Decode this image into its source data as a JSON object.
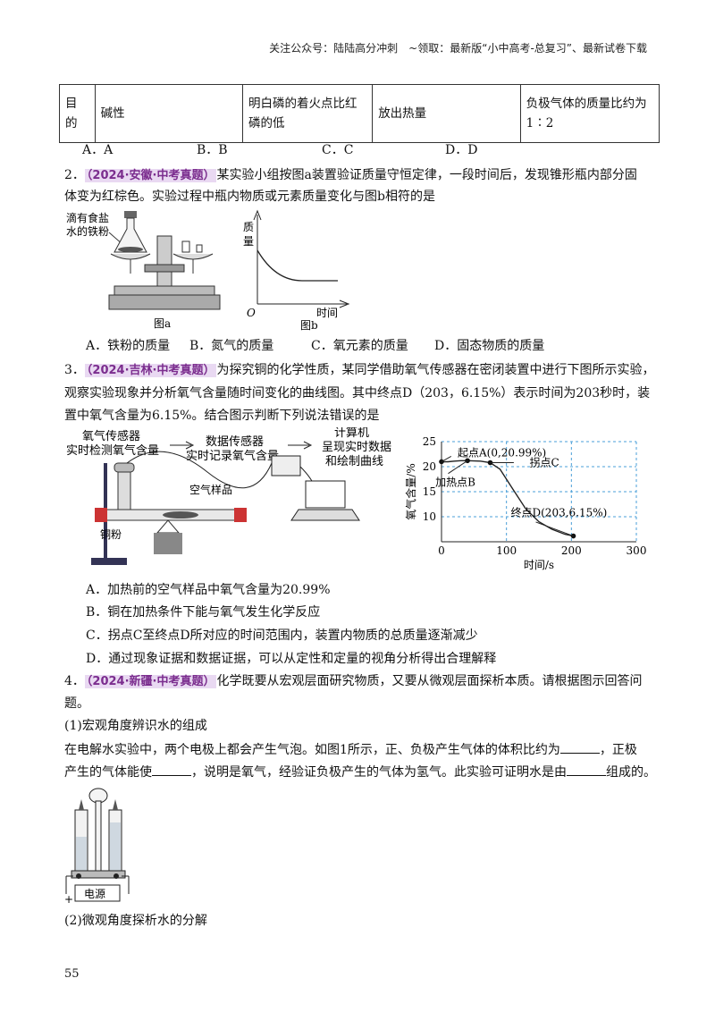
{
  "header": {
    "text": "关注公众号：陆陆高分冲刺　~领取：最新版“小中高考-总复习”、最新试卷下载"
  },
  "table": {
    "row": [
      "目的",
      "碱性",
      "明白磷的着火点比红磷的低",
      "放出热量",
      "负极气体的质量比约为1∶2"
    ]
  },
  "q1_options": [
    "A．A",
    "B．B",
    "C．C",
    "D．D"
  ],
  "q2": {
    "num": "2．",
    "tag": "（2024·安徽·中考真题）",
    "stem_1": "某实验小组按图a装置验证质量守恒定律，一段时间后，发现锥形瓶内部分固",
    "stem_2": "体变为红棕色。实验过程中瓶内物质或元素质量变化与图b相符的是",
    "fig_a_label": "滴有食盐水的铁粉",
    "fig_a_caption": "图a",
    "fig_b_ylabel": "质量",
    "fig_b_xlabel": "时间",
    "fig_b_origin": "O",
    "fig_b_caption": "图b",
    "options": [
      "A．铁粉的质量",
      "B．氮气的质量",
      "C．氧元素的质量",
      "D．固态物质的质量"
    ]
  },
  "q3": {
    "num": "3．",
    "tag": "（2024·吉林·中考真题）",
    "stem_1": "为探究铜的化学性质，某同学借助氧气传感器在密闭装置中进行下图所示实验，",
    "stem_2": "观察实验现象并分析氧气含量随时间变化的曲线图。其中终点D（203，6.15%）表示时间为203秒时，装",
    "stem_3": "置中氧气含量为6.15%。结合图示判断下列说法错误的是",
    "app_sensor_1": "氧气传感器",
    "app_sensor_2": "实时检测氧气含量",
    "app_data_1": "数据传感器",
    "app_data_2": "实时记录氧气含量",
    "app_pc_1": "计算机",
    "app_pc_2": "呈现实时数据",
    "app_pc_3": "和绘制曲线",
    "app_air": "空气样品",
    "app_cu": "铜粉",
    "options": [
      "A．加热前的空气样品中氧气含量为20.99%",
      "B．铜在加热条件下能与氧气发生化学反应",
      "C．拐点C至终点D所对应的时间范围内，装置内物质的总质量逐渐减少",
      "D．通过现象证据和数据证据，可以从定性和定量的视角分析得出合理解释"
    ]
  },
  "chart_data": {
    "type": "line",
    "xlabel": "时间/s",
    "ylabel": "氧气含量/%",
    "xlim": [
      0,
      300
    ],
    "ylim": [
      5,
      25
    ],
    "xticks": [
      "0",
      "100",
      "200",
      "300"
    ],
    "yticks": [
      "10",
      "15",
      "20",
      "25"
    ],
    "grid": true,
    "series": [
      {
        "x": [
          0,
          10,
          20,
          30,
          40,
          60,
          75,
          90,
          110,
          130,
          150,
          170,
          190,
          203
        ],
        "y": [
          20.99,
          20.99,
          21.1,
          21.2,
          21.2,
          21.1,
          20.8,
          19.5,
          15.5,
          11.5,
          9.0,
          7.5,
          6.5,
          6.15
        ]
      }
    ],
    "annotations": [
      {
        "text": "起点A(0,20.99%)",
        "x": 0,
        "y": 20.99
      },
      {
        "text": "加热点B",
        "x": 40,
        "y": 21.2
      },
      {
        "text": "拐点C",
        "x": 75,
        "y": 20.8
      },
      {
        "text": "终点D(203,6.15%)",
        "x": 203,
        "y": 6.15
      }
    ]
  },
  "q4": {
    "num": "4．",
    "tag": "（2024·新疆·中考真题）",
    "stem_1": "化学既要从宏观层面研究物质，又要从微观层面探析本质。请根据图示回答问",
    "stem_2": "题。",
    "sub1": "(1)宏观角度辨识水的组成",
    "sub1_a": "在电解水实验中，两个电极上都会产生气泡。如图1所示，正、负极产生气体的体积比约为",
    "sub1_b": "，正极",
    "sub1_c": "产生的气体能使",
    "sub1_d": "，说明是氧气，经验证负极产生的气体为氢气。此实验可证明水是由",
    "sub1_e": "组成的。",
    "power_label": "电源",
    "sub2": "(2)微观角度探析水的分解"
  },
  "page_number": "55"
}
